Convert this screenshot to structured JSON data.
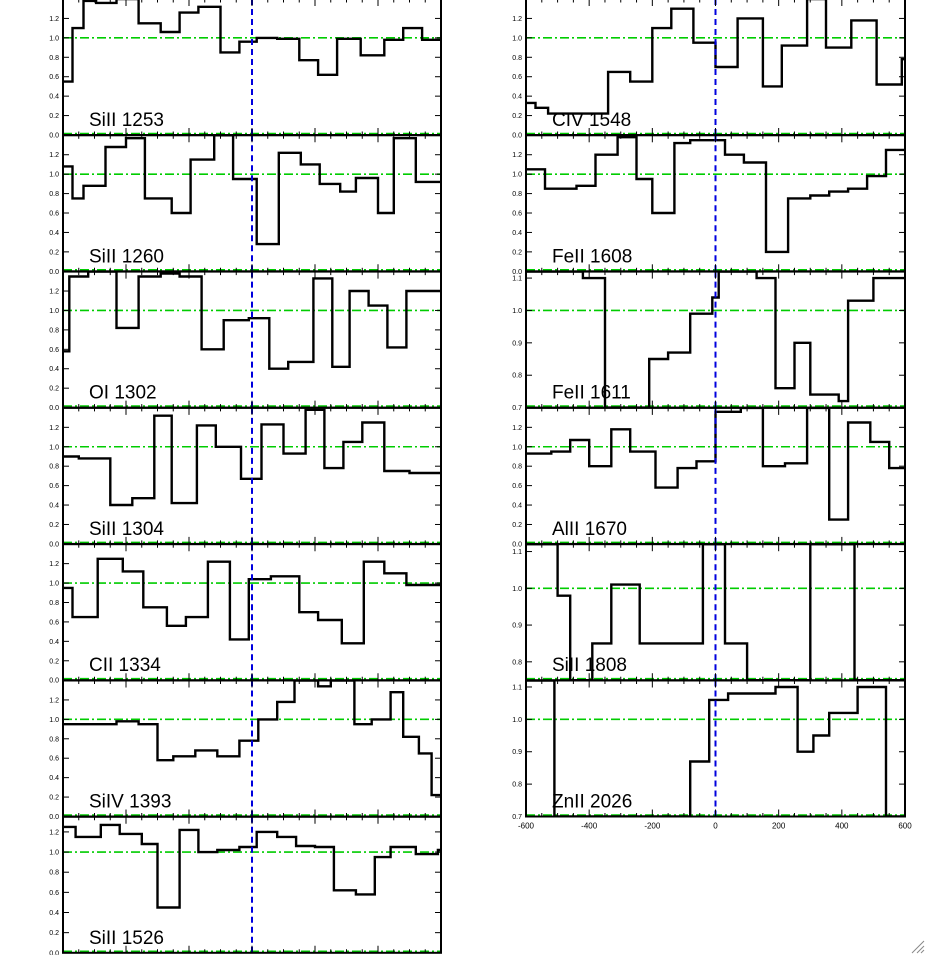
{
  "colors": {
    "spectrum": "#000000",
    "continuum": "#00cc00",
    "zero_velocity": "#0000dd",
    "frame": "#000000",
    "background": "#ffffff"
  },
  "chart_data": [
    {
      "type": "line",
      "column": 0,
      "row": 0,
      "label": "SiII 1253",
      "ylim": [
        0,
        1.4
      ],
      "yticks": [
        0.0,
        0.2,
        0.4,
        0.6,
        0.8,
        1.0,
        1.2
      ],
      "xlim": [
        -600,
        600
      ],
      "xticks": [
        -600,
        -400,
        -200,
        0,
        200,
        400,
        600
      ],
      "continuum": [
        0.0,
        1.0
      ],
      "edges": [
        -600,
        -570,
        -535,
        -495,
        -430,
        -360,
        -290,
        -230,
        -170,
        -100,
        -40,
        15,
        80,
        150,
        210,
        270,
        345,
        420,
        480,
        540,
        600
      ],
      "values": [
        0.55,
        1.1,
        1.38,
        1.36,
        1.42,
        1.15,
        1.06,
        1.26,
        1.32,
        0.85,
        0.96,
        1.0,
        0.99,
        0.77,
        0.62,
        0.99,
        0.82,
        0.98,
        1.1,
        0.98
      ]
    },
    {
      "type": "line",
      "column": 0,
      "row": 1,
      "label": "SiII 1260",
      "ylim": [
        0,
        1.4
      ],
      "yticks": [
        0.0,
        0.2,
        0.4,
        0.6,
        0.8,
        1.0,
        1.2
      ],
      "xlim": [
        -600,
        600
      ],
      "xticks": [
        -600,
        -400,
        -200,
        0,
        200,
        400,
        600
      ],
      "continuum": [
        0.0,
        1.0
      ],
      "edges": [
        -600,
        -570,
        -535,
        -465,
        -400,
        -340,
        -255,
        -195,
        -120,
        -60,
        15,
        85,
        155,
        215,
        280,
        330,
        400,
        450,
        520,
        590,
        600
      ],
      "values": [
        1.08,
        0.75,
        0.88,
        1.28,
        1.37,
        0.75,
        0.6,
        1.15,
        1.4,
        0.95,
        0.28,
        1.22,
        1.1,
        0.9,
        0.82,
        0.96,
        0.6,
        1.37,
        0.92,
        0.92
      ]
    },
    {
      "type": "line",
      "column": 0,
      "row": 2,
      "label": "OI 1302",
      "ylim": [
        0,
        1.4
      ],
      "yticks": [
        0.0,
        0.2,
        0.4,
        0.6,
        0.8,
        1.0,
        1.2
      ],
      "xlim": [
        -600,
        600
      ],
      "xticks": [
        -600,
        -400,
        -200,
        0,
        200,
        400,
        600
      ],
      "continuum": [
        0.0,
        1.0
      ],
      "edges": [
        -600,
        -580,
        -520,
        -430,
        -360,
        -290,
        -230,
        -160,
        -90,
        -10,
        55,
        115,
        195,
        255,
        310,
        370,
        430,
        490,
        545,
        580,
        600
      ],
      "values": [
        0.58,
        1.35,
        1.48,
        0.82,
        1.35,
        1.38,
        1.35,
        0.6,
        0.9,
        0.92,
        0.4,
        0.47,
        1.33,
        0.42,
        1.2,
        1.05,
        0.62,
        1.2,
        1.2,
        1.2
      ]
    },
    {
      "type": "line",
      "column": 0,
      "row": 3,
      "label": "SiII 1304",
      "ylim": [
        0,
        1.4
      ],
      "yticks": [
        0.0,
        0.2,
        0.4,
        0.6,
        0.8,
        1.0,
        1.2
      ],
      "xlim": [
        -600,
        600
      ],
      "xticks": [
        -600,
        -400,
        -200,
        0,
        200,
        400,
        600
      ],
      "continuum": [
        0.0,
        1.0
      ],
      "edges": [
        -600,
        -550,
        -450,
        -380,
        -310,
        -255,
        -175,
        -115,
        -35,
        30,
        100,
        170,
        230,
        290,
        350,
        420,
        500,
        540,
        580,
        600
      ],
      "values": [
        0.9,
        0.88,
        0.4,
        0.47,
        1.32,
        0.42,
        1.22,
        1.0,
        0.67,
        1.23,
        0.93,
        1.38,
        0.78,
        1.05,
        1.25,
        0.75,
        0.73,
        0.73,
        0.73
      ]
    },
    {
      "type": "line",
      "column": 0,
      "row": 4,
      "label": "CII 1334",
      "ylim": [
        0,
        1.4
      ],
      "yticks": [
        0.0,
        0.2,
        0.4,
        0.6,
        0.8,
        1.0,
        1.2
      ],
      "xlim": [
        -600,
        600
      ],
      "xticks": [
        -600,
        -400,
        -200,
        0,
        200,
        400,
        600
      ],
      "continuum": [
        0.0,
        1.0
      ],
      "edges": [
        -600,
        -570,
        -490,
        -410,
        -345,
        -270,
        -210,
        -140,
        -70,
        -10,
        60,
        150,
        210,
        285,
        355,
        420,
        490,
        550,
        600
      ],
      "values": [
        0.95,
        0.65,
        1.25,
        1.12,
        0.75,
        0.56,
        0.65,
        1.22,
        0.42,
        1.04,
        1.07,
        0.7,
        0.62,
        0.38,
        1.22,
        1.1,
        0.98,
        0.98
      ]
    },
    {
      "type": "line",
      "column": 0,
      "row": 5,
      "label": "SiIV 1393",
      "ylim": [
        0,
        1.4
      ],
      "yticks": [
        0.0,
        0.2,
        0.4,
        0.6,
        0.8,
        1.0,
        1.2
      ],
      "xlim": [
        -600,
        600
      ],
      "xticks": [
        -600,
        -400,
        -200,
        0,
        200,
        400,
        600
      ],
      "continuum": [
        0.0,
        1.0
      ],
      "edges": [
        -600,
        -530,
        -430,
        -360,
        -300,
        -250,
        -180,
        -110,
        -40,
        20,
        80,
        135,
        210,
        250,
        325,
        380,
        440,
        480,
        530,
        570,
        600
      ],
      "values": [
        0.95,
        0.95,
        0.98,
        0.95,
        0.58,
        0.62,
        0.68,
        0.62,
        0.78,
        1.0,
        1.18,
        1.4,
        1.34,
        1.52,
        0.95,
        1.0,
        1.28,
        0.82,
        0.65,
        0.22
      ]
    },
    {
      "type": "line",
      "column": 0,
      "row": 6,
      "label": "SiII 1526",
      "ylim": [
        0,
        1.35
      ],
      "yticks": [
        0.0,
        0.2,
        0.4,
        0.6,
        0.8,
        1.0,
        1.2
      ],
      "xlim": [
        -600,
        600
      ],
      "xticks": [
        -600,
        -400,
        -200,
        0,
        200,
        400,
        600
      ],
      "continuum": [
        0.0,
        1.0
      ],
      "edges": [
        -600,
        -560,
        -480,
        -420,
        -350,
        -300,
        -230,
        -170,
        -110,
        -40,
        15,
        80,
        140,
        200,
        260,
        330,
        390,
        440,
        520,
        590,
        600
      ],
      "values": [
        1.25,
        1.15,
        1.27,
        1.18,
        1.08,
        0.45,
        1.22,
        1.0,
        1.02,
        1.05,
        1.2,
        1.15,
        1.06,
        1.05,
        0.62,
        0.58,
        0.95,
        1.05,
        0.98,
        1.02
      ]
    },
    {
      "type": "line",
      "column": 1,
      "row": 0,
      "label": "CIV 1548",
      "ylim": [
        0,
        1.4
      ],
      "yticks": [
        0.0,
        0.2,
        0.4,
        0.6,
        0.8,
        1.0,
        1.2
      ],
      "xlim": [
        -600,
        600
      ],
      "xticks": [
        -600,
        -400,
        -200,
        0,
        200,
        400,
        600
      ],
      "continuum": [
        0.0,
        1.0
      ],
      "edges": [
        -600,
        -570,
        -530,
        -480,
        -400,
        -340,
        -270,
        -200,
        -140,
        -70,
        0,
        70,
        150,
        210,
        290,
        350,
        430,
        510,
        590,
        600
      ],
      "values": [
        0.33,
        0.28,
        0.22,
        0.22,
        0.22,
        0.65,
        0.55,
        1.1,
        1.3,
        0.95,
        0.7,
        1.2,
        0.5,
        0.92,
        1.52,
        0.9,
        1.18,
        0.52,
        0.78
      ]
    },
    {
      "type": "line",
      "column": 1,
      "row": 1,
      "label": "FeII 1608",
      "ylim": [
        0,
        1.4
      ],
      "yticks": [
        0.0,
        0.2,
        0.4,
        0.6,
        0.8,
        1.0,
        1.2
      ],
      "xlim": [
        -600,
        600
      ],
      "xticks": [
        -600,
        -400,
        -200,
        0,
        200,
        400,
        600
      ],
      "continuum": [
        0.0,
        1.0
      ],
      "edges": [
        -600,
        -540,
        -490,
        -440,
        -380,
        -310,
        -250,
        -200,
        -130,
        -80,
        30,
        90,
        160,
        230,
        300,
        360,
        420,
        480,
        540,
        600
      ],
      "values": [
        1.05,
        0.85,
        0.85,
        0.88,
        1.2,
        1.38,
        0.95,
        0.6,
        1.32,
        1.35,
        1.2,
        1.12,
        0.2,
        0.75,
        0.78,
        0.82,
        0.85,
        0.98,
        1.25
      ]
    },
    {
      "type": "line",
      "column": 1,
      "row": 2,
      "label": "FeII 1611",
      "ylim": [
        0.7,
        1.12
      ],
      "yticks": [
        0.7,
        0.8,
        0.9,
        1.0,
        1.1
      ],
      "xlim": [
        -600,
        600
      ],
      "xticks": [
        -600,
        -400,
        -200,
        0,
        200,
        400,
        600
      ],
      "continuum": [
        0.7,
        1.0
      ],
      "edges": [
        -600,
        -420,
        -350,
        -300,
        -270,
        -210,
        -150,
        -80,
        -10,
        10,
        80,
        130,
        190,
        250,
        300,
        390,
        420,
        460,
        500,
        600
      ],
      "values": [
        1.12,
        1.1,
        0.5,
        0.5,
        0.63,
        0.85,
        0.87,
        0.99,
        1.04,
        1.45,
        1.45,
        1.1,
        0.76,
        0.9,
        0.74,
        0.72,
        1.03,
        1.03,
        1.1
      ]
    },
    {
      "type": "line",
      "column": 1,
      "row": 3,
      "label": "AlII 1670",
      "ylim": [
        0,
        1.4
      ],
      "yticks": [
        0.0,
        0.2,
        0.4,
        0.6,
        0.8,
        1.0,
        1.2
      ],
      "xlim": [
        -600,
        600
      ],
      "xticks": [
        -600,
        -400,
        -200,
        0,
        200,
        400,
        600
      ],
      "continuum": [
        0.0,
        1.0
      ],
      "edges": [
        -600,
        -520,
        -460,
        -400,
        -330,
        -270,
        -190,
        -120,
        -60,
        0,
        80,
        150,
        220,
        290,
        360,
        420,
        490,
        550,
        600
      ],
      "values": [
        0.93,
        0.95,
        1.07,
        0.8,
        1.18,
        0.95,
        0.58,
        0.78,
        0.85,
        1.36,
        1.4,
        0.8,
        0.83,
        1.56,
        0.25,
        1.25,
        1.05,
        0.78
      ]
    },
    {
      "type": "line",
      "column": 1,
      "row": 4,
      "label": "SiII 1808",
      "ylim": [
        0.75,
        1.12
      ],
      "yticks": [
        0.8,
        0.9,
        1.0,
        1.1
      ],
      "xlim": [
        -600,
        600
      ],
      "xticks": [
        -600,
        -400,
        -200,
        0,
        200,
        400,
        600
      ],
      "continuum": [
        0.75,
        1.0
      ],
      "edges": [
        -600,
        -500,
        -460,
        -390,
        -330,
        -240,
        -170,
        -40,
        30,
        100,
        300,
        440,
        530,
        600
      ],
      "values": [
        1.25,
        0.98,
        0.75,
        0.85,
        1.01,
        0.85,
        0.85,
        1.25,
        0.85,
        0.7,
        1.25,
        0.75,
        0.7
      ]
    },
    {
      "type": "line",
      "column": 1,
      "row": 5,
      "label": "ZnII 2026",
      "ylim": [
        0.7,
        1.12
      ],
      "yticks": [
        0.7,
        0.8,
        0.9,
        1.0,
        1.1
      ],
      "xlim": [
        -600,
        600
      ],
      "xticks": [
        -600,
        -400,
        -200,
        0,
        200,
        400,
        600
      ],
      "continuum": [
        0.7,
        1.0
      ],
      "edges": [
        -600,
        -540,
        -510,
        -460,
        -300,
        -170,
        -80,
        -20,
        40,
        190,
        260,
        310,
        360,
        450,
        540,
        600
      ],
      "values": [
        1.3,
        1.3,
        0.65,
        0.6,
        0.6,
        0.65,
        0.87,
        1.06,
        1.08,
        1.1,
        0.9,
        0.95,
        1.02,
        1.1,
        0.62
      ]
    }
  ]
}
